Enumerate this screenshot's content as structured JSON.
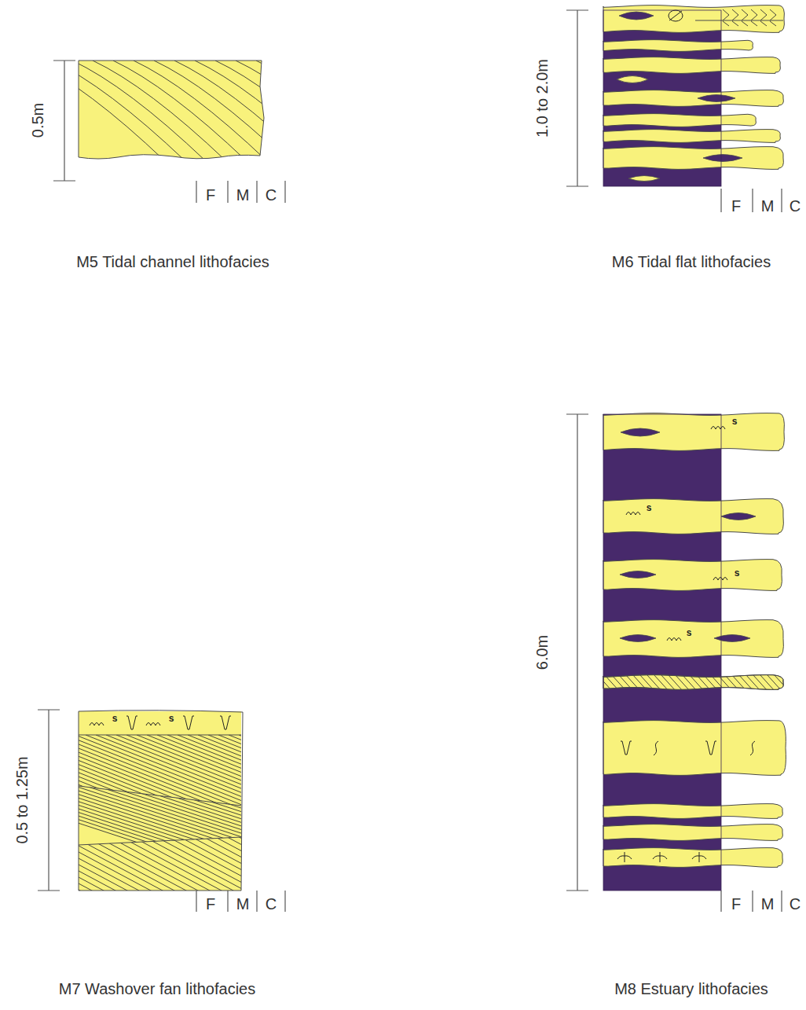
{
  "diagram": {
    "labels": [
      "0.5m",
      "F",
      "M",
      "C",
      "M5 Tidal channel lithofacies",
      "1.0 to 2.0m",
      "F",
      "M",
      "C",
      "M6 Tidal flat lithofacies",
      "0.5 to 1.25m",
      "s",
      "s",
      "F",
      "M",
      "C",
      "M7 Washover fan lithofacies",
      "6.0m",
      "s",
      "s",
      "s",
      "s",
      "F",
      "M",
      "C",
      "M8 Estuary lithofacies"
    ]
  }
}
